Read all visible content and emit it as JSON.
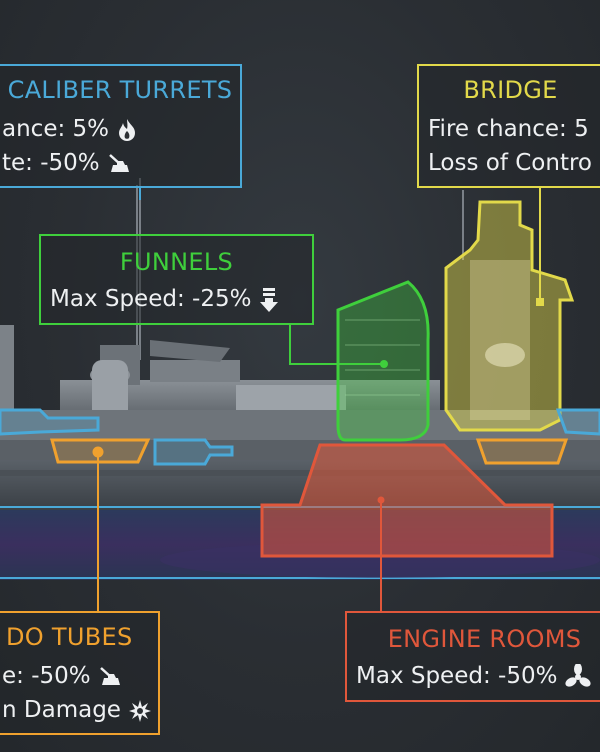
{
  "colors": {
    "turrets": "#4aa9d8",
    "bridge": "#e2d94a",
    "funnels": "#3fcf3c",
    "torpedo": "#f0a12e",
    "engine": "#e0573b"
  },
  "labels": {
    "turrets": {
      "title": "CALIBER TURRETS",
      "line1": "ance: 5%",
      "line1_icon": "fire-icon",
      "line2": "te: -50%",
      "line2_icon": "disabled-turret-icon"
    },
    "bridge": {
      "title": "BRIDGE",
      "line1": "Fire chance: 5",
      "line2": "Loss of Contro"
    },
    "funnels": {
      "title": "FUNNELS",
      "line1": "Max Speed: -25%",
      "line1_icon": "speed-down-icon"
    },
    "torpedo": {
      "title": "DO TUBES",
      "line1": "e: -50%",
      "line1_icon": "disabled-turret-icon",
      "line2": "n Damage",
      "line2_icon": "explosion-icon"
    },
    "engine": {
      "title": "ENGINE ROOMS",
      "line1": "Max Speed: -50%",
      "line1_icon": "propeller-icon"
    }
  }
}
